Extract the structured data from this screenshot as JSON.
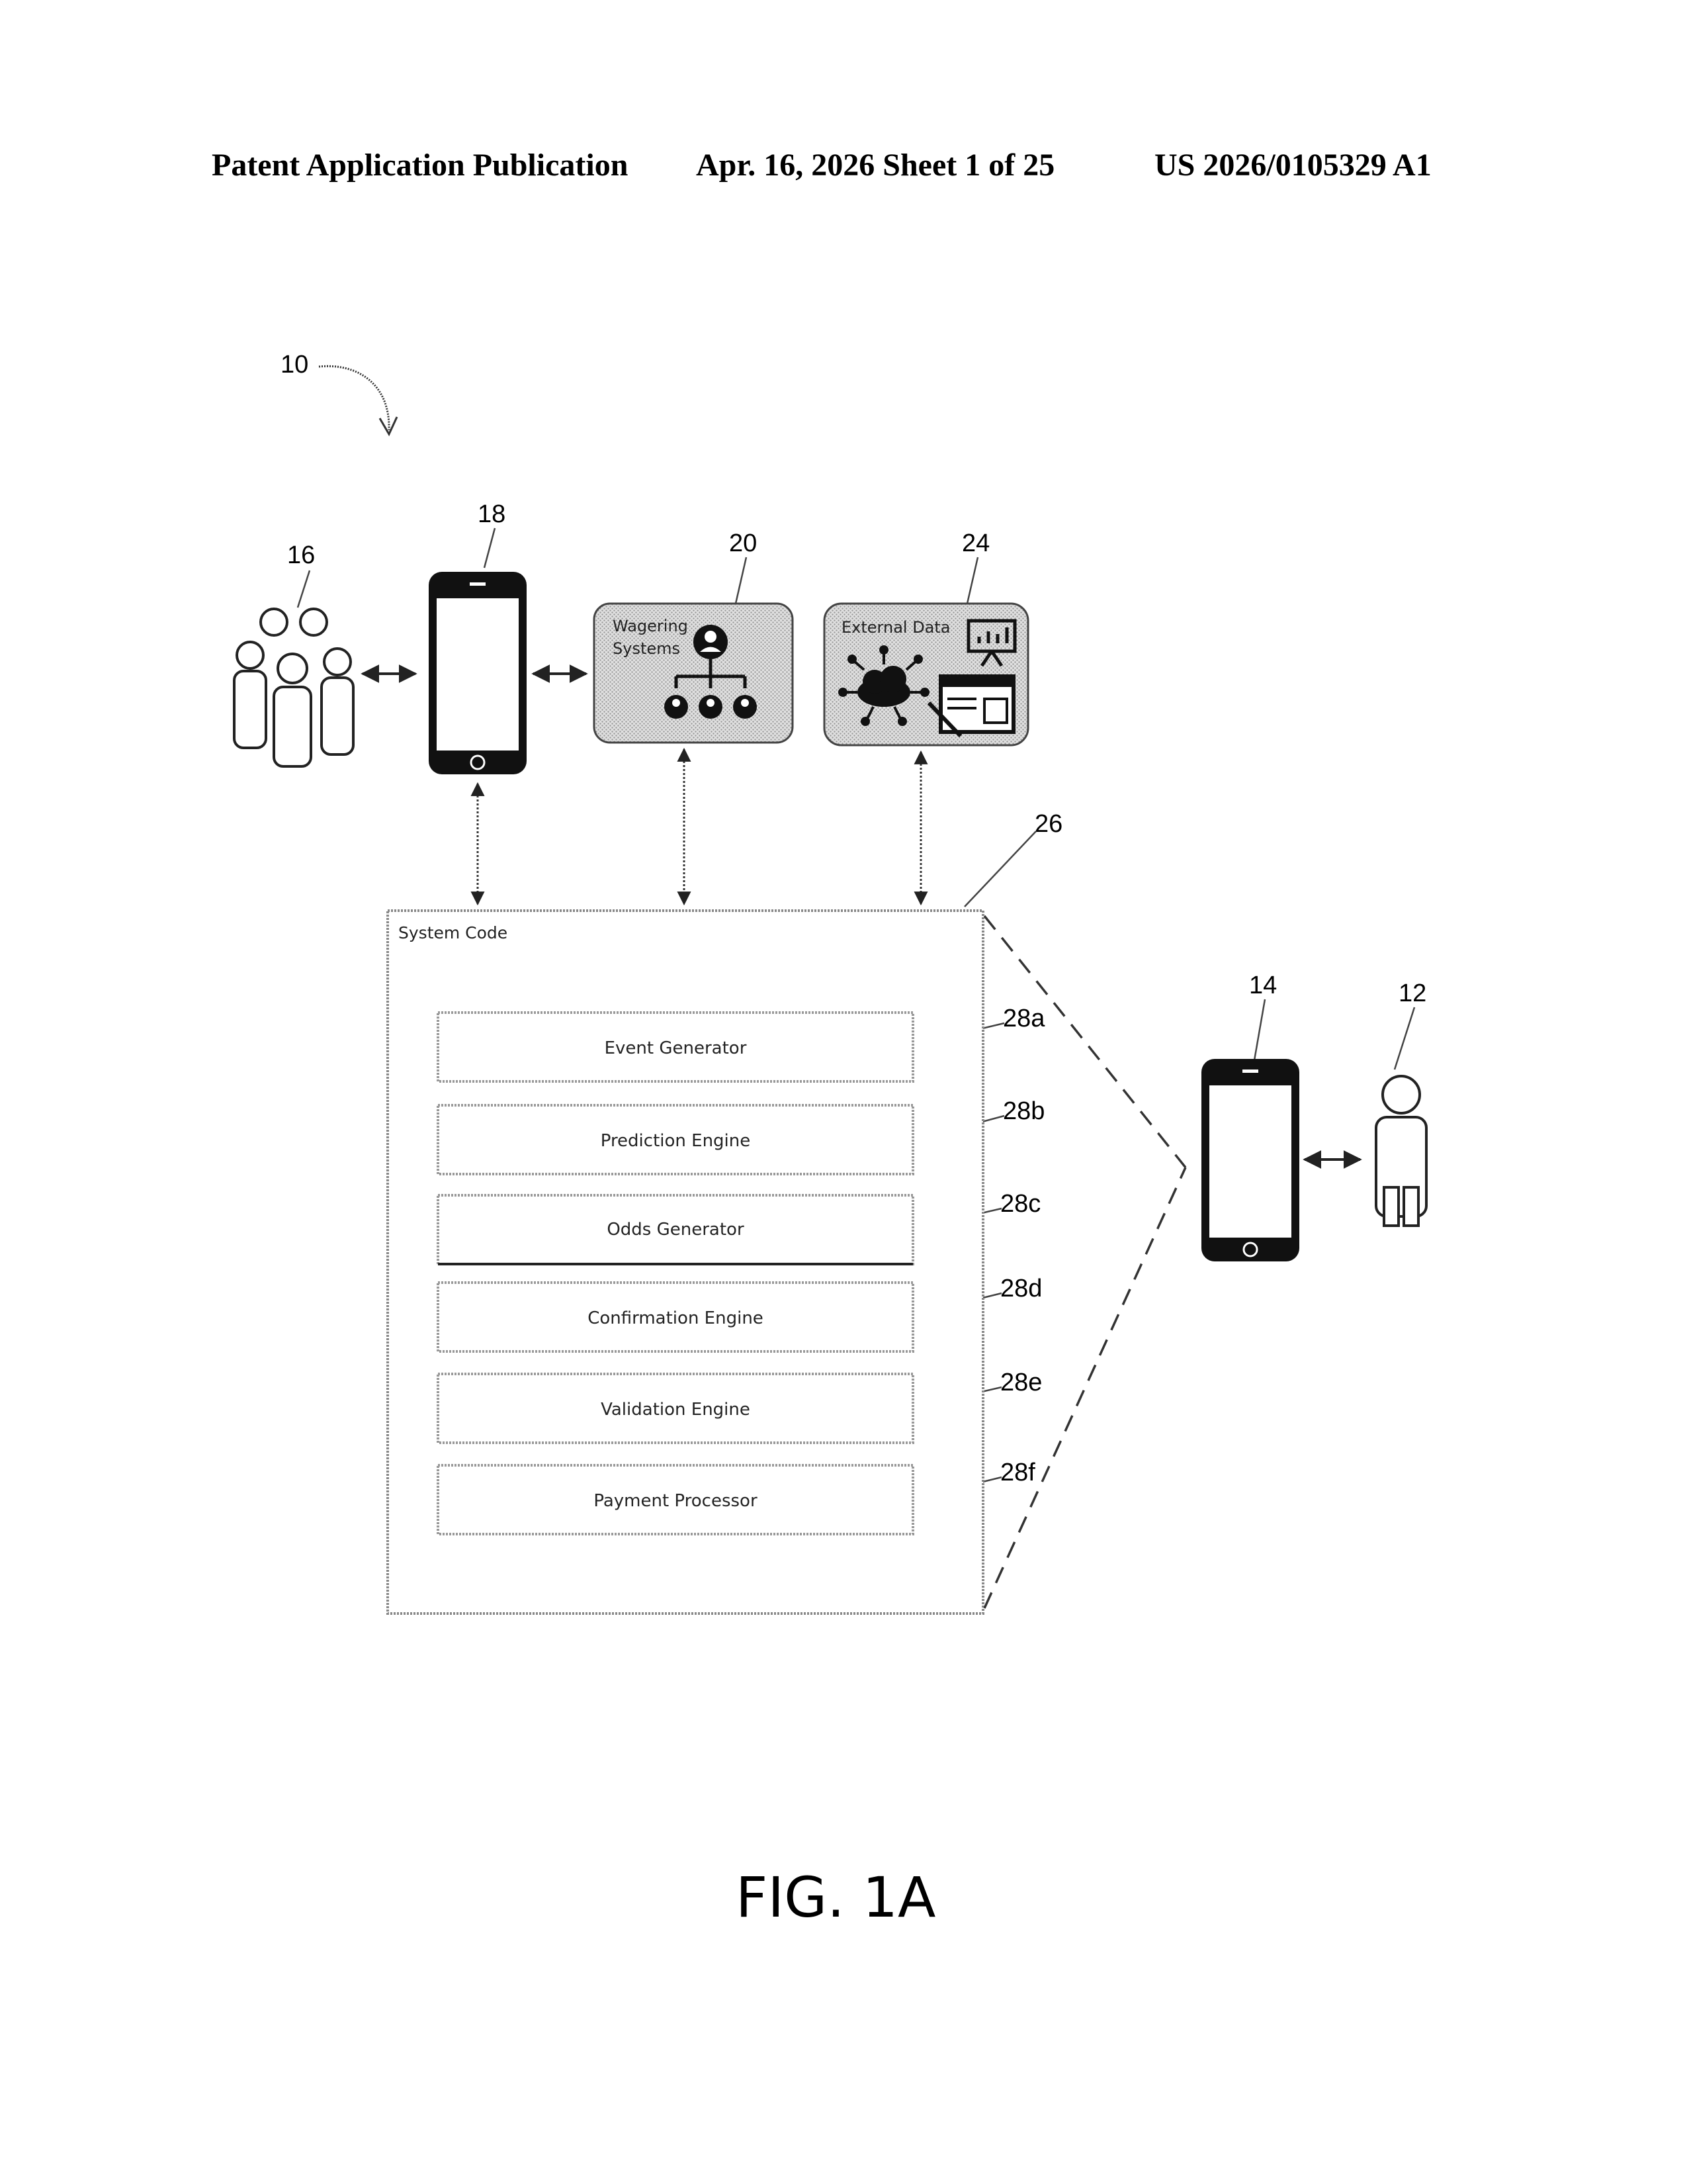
{
  "header": {
    "publication": "Patent Application Publication",
    "date_sheet": "Apr. 16, 2026  Sheet 1 of 25",
    "number": "US 2026/0105329 A1"
  },
  "refs": {
    "system": "10",
    "user": "12",
    "user_device": "14",
    "players": "16",
    "player_device": "18",
    "wagering": "20",
    "external": "24",
    "system_code": "26",
    "m28a": "28a",
    "m28b": "28b",
    "m28c": "28c",
    "m28d": "28d",
    "m28e": "28e",
    "m28f": "28f"
  },
  "boxes": {
    "wagering_title": [
      "Wagering",
      "Systems"
    ],
    "external_title": "External Data",
    "system_code_title": "System Code"
  },
  "modules": [
    "Event Generator",
    "Prediction Engine",
    "Odds Generator",
    "Confirmation Engine",
    "Validation Engine",
    "Payment Processor"
  ],
  "figure_label": "FIG. 1A",
  "icons": [
    "user-group-icon",
    "smartphone-icon",
    "person-icon",
    "org-chart-icon",
    "cloud-network-icon",
    "presentation-chart-icon",
    "web-page-icon"
  ],
  "colors": {
    "box_fill": "#d8d8d8",
    "line": "#333333"
  }
}
